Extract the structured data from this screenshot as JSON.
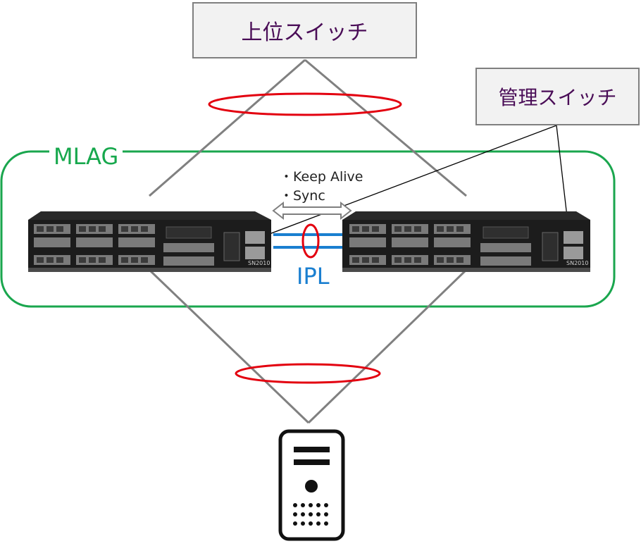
{
  "upper_switch": {
    "label": "上位スイッチ"
  },
  "mgmt_switch": {
    "label": "管理スイッチ"
  },
  "mlag": {
    "label": "MLAG"
  },
  "keep_alive": {
    "label": "・Keep Alive"
  },
  "sync": {
    "label": "・Sync"
  },
  "ipl": {
    "label": "IPL"
  },
  "switch_model": "SN2010",
  "colors": {
    "mlag_green": "#1aa64e",
    "lag_red": "#e3000f",
    "ipl_blue": "#1a7fd0",
    "link_gray": "#808080",
    "label_purple": "#4a0d57"
  }
}
